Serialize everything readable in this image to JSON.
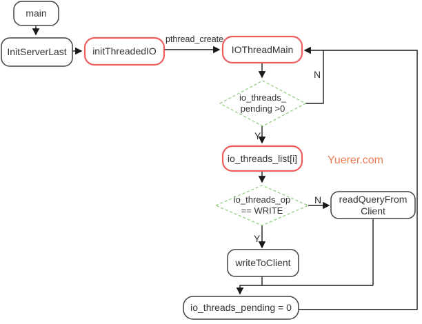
{
  "diagram": {
    "title_hint": "Redis IO threads flowchart",
    "watermark": {
      "text": "Yuerer.com",
      "color": "#ED7C52"
    },
    "colors": {
      "highlight_border": "#f05c5c",
      "decision_border": "#8cc87a",
      "node_border": "#404040",
      "line": "#1a1a1a",
      "text": "#333333"
    },
    "nodes": {
      "main": {
        "label": "main"
      },
      "init_server_last": {
        "label": "InitServerLast"
      },
      "init_threaded_io": {
        "label": "initThreadedIO"
      },
      "io_thread_main": {
        "label": "IOThreadMain"
      },
      "pending_check": {
        "lines": [
          "io_threads_",
          "pending >0"
        ]
      },
      "io_threads_list": {
        "label": "io_threads_list[i]"
      },
      "op_check": {
        "lines": [
          "io_threads_op",
          "== WRITE"
        ]
      },
      "read_query_from_client": {
        "lines": [
          "readQueryFrom",
          "Client"
        ]
      },
      "write_to_client": {
        "label": "writeToClient"
      },
      "pending_reset": {
        "label": "io_threads_pending = 0"
      }
    },
    "edge_labels": {
      "pthread_create": "pthread_create",
      "pending_no": "N",
      "pending_yes": "Y",
      "op_no": "N",
      "op_yes": "Y"
    }
  }
}
